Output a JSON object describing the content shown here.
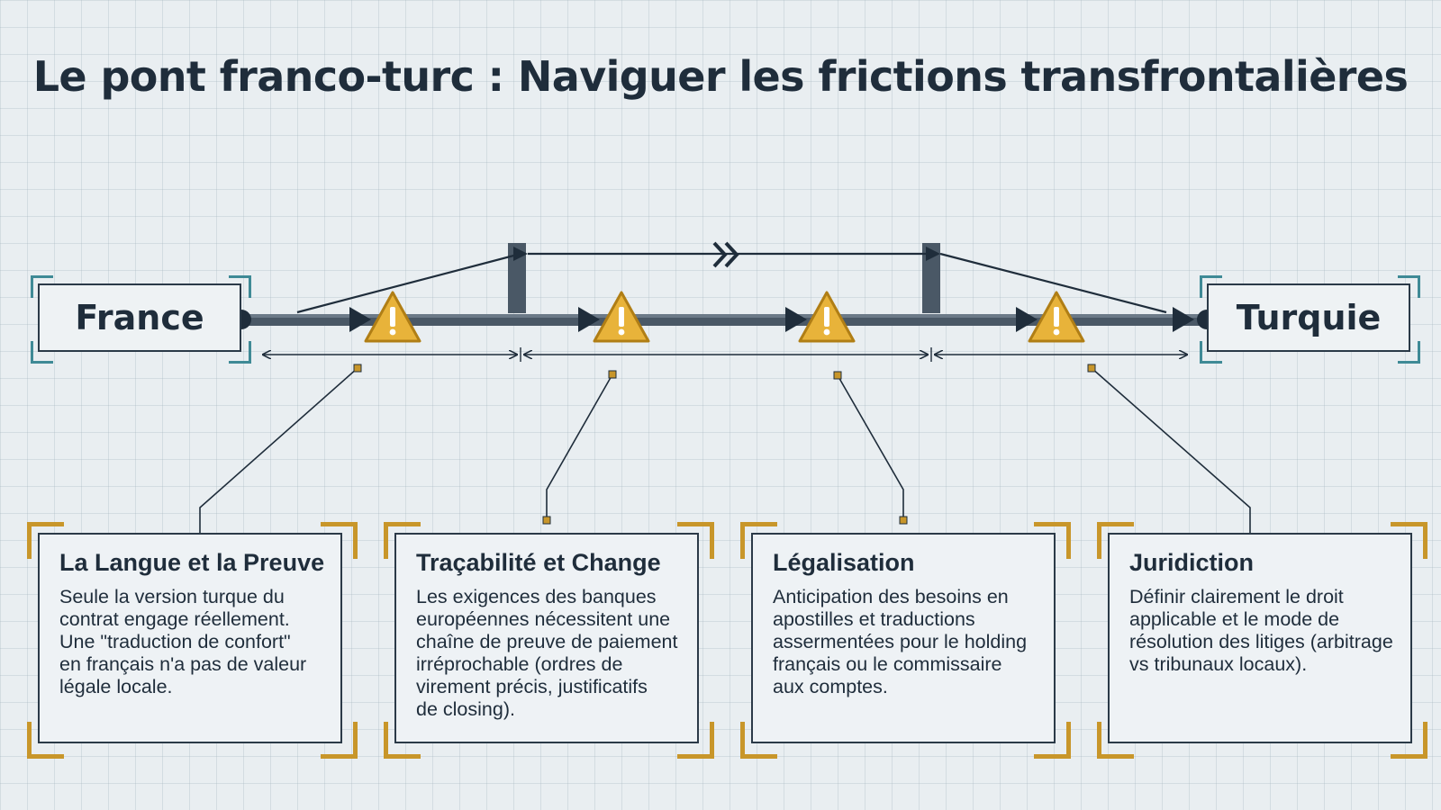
{
  "title": "Le pont franco-turc : Naviguer les frictions transfrontalières",
  "endpoints": {
    "left": "France",
    "right": "Turquie"
  },
  "bypass_symbol": "»",
  "colors": {
    "ink": "#1f2d3b",
    "track": "#4a5866",
    "warning": "#e8b33a",
    "warning_stroke": "#b07e15",
    "card_corner": "#c8962a",
    "endpoint_bracket": "#3f8a96"
  },
  "cards": [
    {
      "title": "La Langue et la Preuve",
      "body": "Seule la version turque du\ncontrat engage réellement.\nUne \"traduction de confort\"\nen français n'a pas de valeur\nlégale locale."
    },
    {
      "title": "Traçabilité et Change",
      "body": "Les exigences des banques\neuropéennes nécessitent une\nchaîne de preuve de paiement\nirréprochable (ordres de\nvirement précis, justificatifs\nde closing)."
    },
    {
      "title": "Légalisation",
      "body": "Anticipation des besoins en\napostilles et traductions\nassermentées pour le holding\nfrançais ou le commissaire\naux comptes."
    },
    {
      "title": "Juridiction",
      "body": "Définir clairement le droit\napplicable et le mode de\nrésolution des litiges (arbitrage\nvs tribunaux locaux)."
    }
  ]
}
